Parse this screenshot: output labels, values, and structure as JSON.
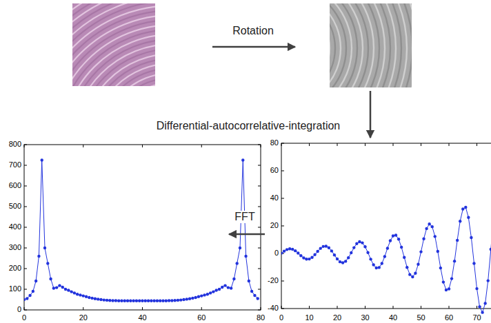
{
  "diagram": {
    "labels": [
      "Rotation",
      "Differential-autocorrelative-integration",
      "FFT",
      "800",
      "700",
      "600",
      "500",
      "400",
      "300",
      "200",
      "100",
      "0",
      "0",
      "20",
      "40",
      "60",
      "80",
      "80",
      "60",
      "40",
      "20",
      "0",
      "-20",
      "-40",
      "0",
      "10",
      "20",
      "30",
      "40",
      "50",
      "60",
      "70"
    ]
  }
}
